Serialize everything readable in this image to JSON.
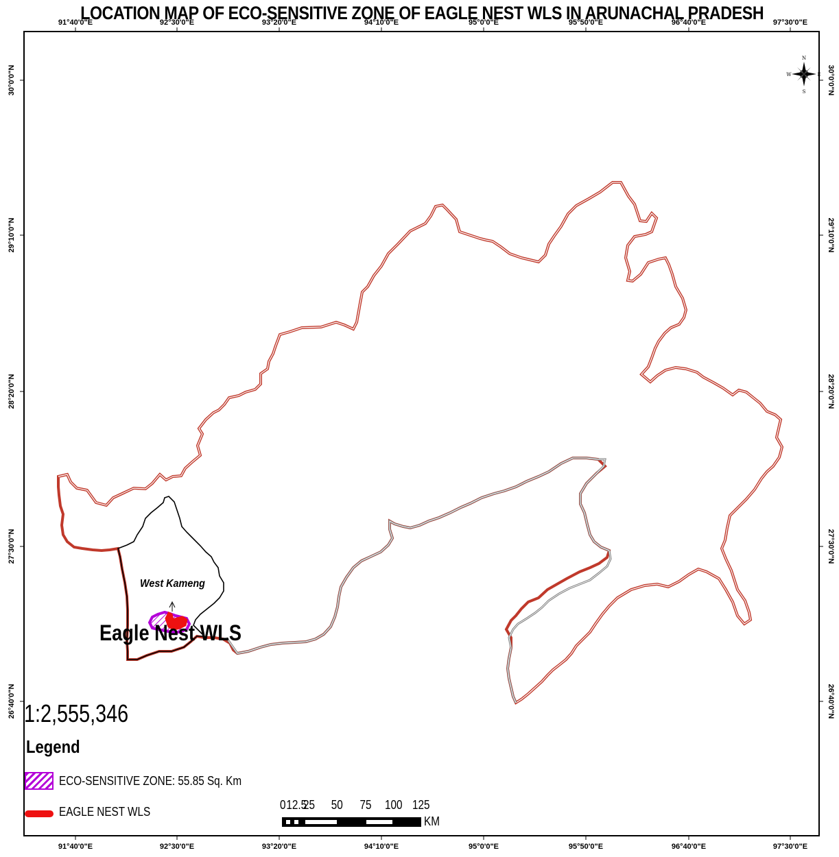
{
  "title": "LOCATION MAP OF ECO-SENSITIVE ZONE OF EAGLE NEST WLS IN ARUNACHAL PRADESH",
  "graticule": {
    "longitudes": [
      "91°40'0\"E",
      "92°30'0\"E",
      "93°20'0\"E",
      "94°10'0\"E",
      "95°0'0\"E",
      "95°50'0\"E",
      "96°40'0\"E",
      "97°30'0\"E"
    ],
    "latitudes": [
      "30°0'0\"N",
      "29°10'0\"N",
      "28°20'0\"N",
      "27°30'0\"N",
      "26°40'0\"N"
    ]
  },
  "map_labels": {
    "district": "West Kameng",
    "sanctuary": "Eagle Nest WLS"
  },
  "scale_ratio": "1:2,555,346",
  "legend": {
    "title": "Legend",
    "items": [
      {
        "label": "ECO-SENSITIVE ZONE: 55.85 Sq. Km",
        "color": "#b400d8",
        "symbol": "hatched-polygon"
      },
      {
        "label": "EAGLE NEST WLS",
        "color": "#ee1111",
        "symbol": "thick-line"
      }
    ]
  },
  "scale_bar": {
    "labels": [
      "0",
      "12.5",
      "25",
      "50",
      "75",
      "100",
      "125"
    ],
    "unit": "KM"
  },
  "north_arrow": {
    "letters": [
      "N",
      "S",
      "E",
      "W"
    ],
    "icon": "compass-rose-icon"
  },
  "colors": {
    "state_boundary": "#c0392b",
    "district_boundary": "#000000",
    "other_boundary": "#888888",
    "eco_sensitive_zone": "#b400d8",
    "wls": "#ee1111"
  }
}
